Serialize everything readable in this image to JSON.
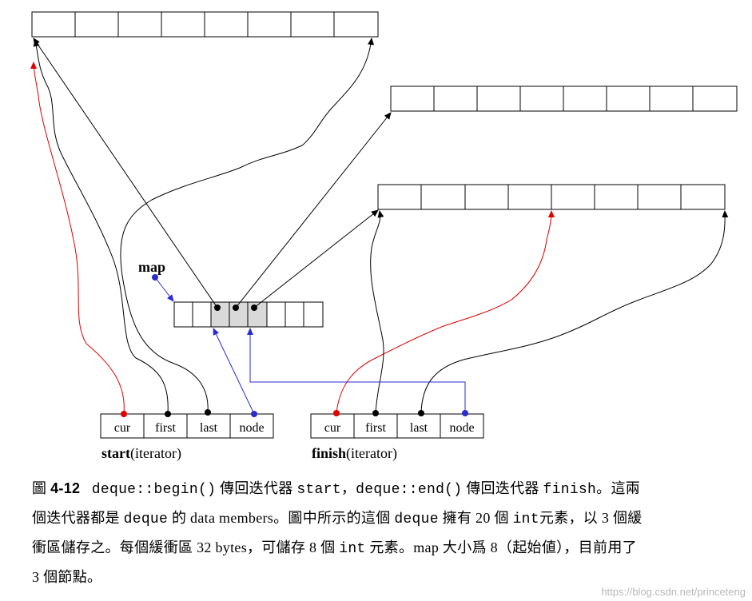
{
  "diagram": {
    "map_label": "map",
    "start_label": "start",
    "finish_label": "finish",
    "iterator_suffix": "(iterator)",
    "iterator_fields": [
      "cur",
      "first",
      "last",
      "node"
    ]
  },
  "caption": {
    "figure_prefix": "圖",
    "figure_number": "4-12",
    "seg1_code": "deque::begin()",
    "seg2_text": "傳回迭代器",
    "seg3_code": "start",
    "seg4_text": "，",
    "seg5_code": "deque::end()",
    "seg6_text": "傳回迭代器",
    "seg7_code": "finish",
    "seg8_text": "。這兩個迭代器都是",
    "seg9_code": "deque",
    "seg10_text": "的 data members。圖中所示的這個",
    "seg11_code": "deque",
    "seg12_text": "擁有 20 個",
    "seg13_code": "int",
    "seg14_text": "元素，以 3 個緩衝區儲存之。每個緩衝區 32 bytes，可儲存 8 個",
    "seg15_code": "int",
    "seg16_text": "元素。map 大小爲 8（起始値），目前用了 3 個節點。"
  },
  "watermark": "https://blog.csdn.net/princeteng",
  "colors": {
    "red": "#e00000",
    "blue": "#2b2bd0",
    "shaded": "#d9d9d9"
  }
}
